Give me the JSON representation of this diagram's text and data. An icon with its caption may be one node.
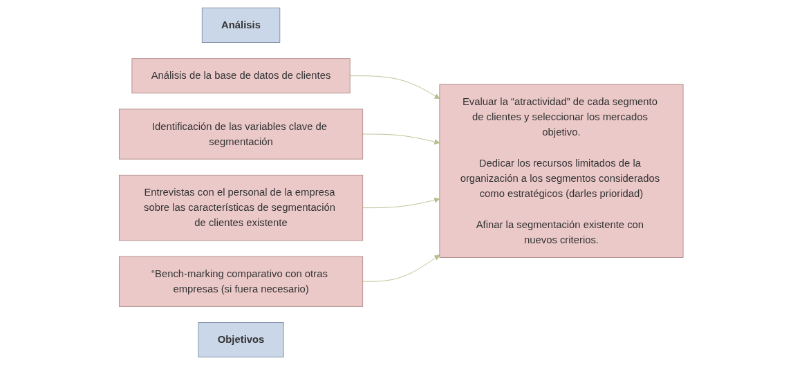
{
  "diagram": {
    "nodes": [
      {
        "text": [
          "Análisis"
        ]
      },
      {
        "text": [
          "Análisis de la base de datos de clientes"
        ]
      },
      {
        "text": [
          "Identificación de las variables clave de segmentación"
        ]
      },
      {
        "text": [
          "Entrevistas con el personal de la empresa sobre las características de segmentación de clientes existente"
        ]
      },
      {
        "text": [
          "“Bench-marking comparativo con otras empresas (si fuera necesario)"
        ]
      },
      {
        "text": [
          "Objetivos"
        ]
      },
      {
        "text": [
          "Evaluar la “atractividad” de cada segmento de clientes y seleccionar los mercados objetivo.",
          "Dedicar los recursos limitados de la organización a los segmentos considerados como estratégicos (darles prioridad)",
          "Afinar la segmentación existente con nuevos criterios."
        ]
      }
    ],
    "edges": [
      {
        "from": 1,
        "to": 6,
        "arrow": "to"
      },
      {
        "from": 2,
        "to": 6,
        "arrow": "to"
      },
      {
        "from": 3,
        "to": 6,
        "arrow": "to"
      },
      {
        "from": 4,
        "to": 6,
        "arrow": "to"
      }
    ]
  }
}
